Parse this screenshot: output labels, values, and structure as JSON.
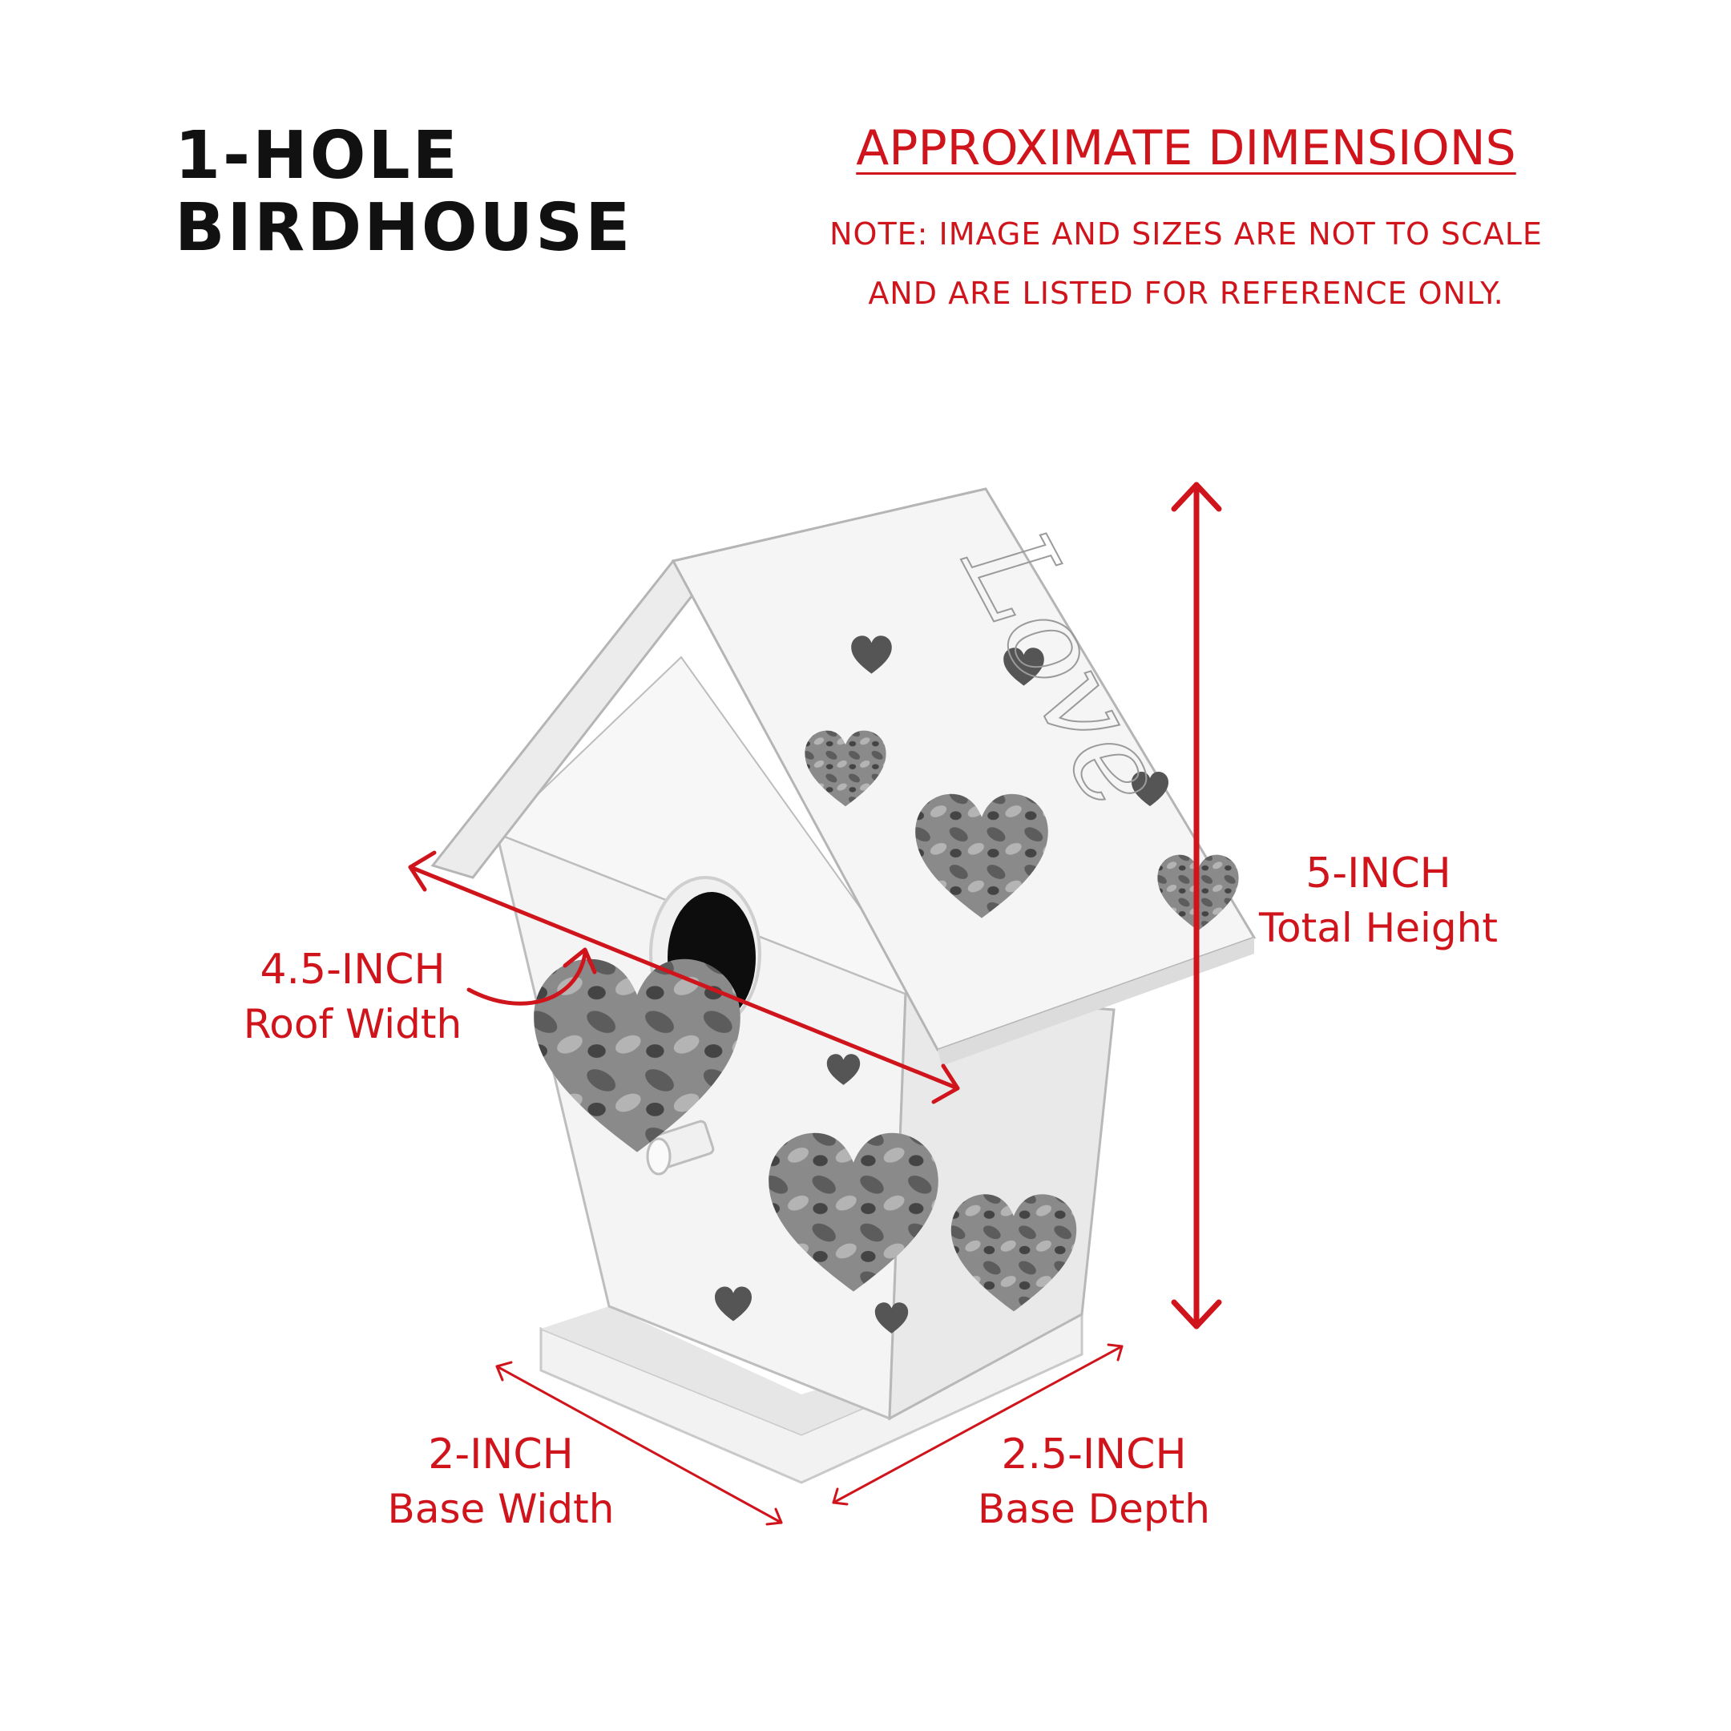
{
  "title": {
    "line1": "1-HOLE",
    "line2": "BIRDHOUSE"
  },
  "heading": "APPROXIMATE DIMENSIONS",
  "note": {
    "line1": "NOTE: IMAGE AND SIZES ARE NOT TO SCALE",
    "line2": "AND ARE LISTED FOR REFERENCE ONLY."
  },
  "dimensions": {
    "height": {
      "value": "5-INCH",
      "label": "Total Height"
    },
    "roof": {
      "value": "4.5-INCH",
      "label": "Roof Width"
    },
    "base_width": {
      "value": "2-INCH",
      "label": "Base Width"
    },
    "base_depth": {
      "value": "2.5-INCH",
      "label": "Base Depth"
    }
  },
  "roof_text": "Love",
  "colors": {
    "accent": "#d0141c",
    "title": "#111111"
  }
}
